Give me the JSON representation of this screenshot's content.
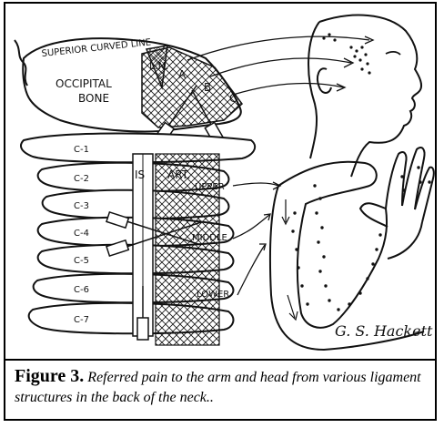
{
  "figure": {
    "labels": {
      "superior_curved_line": "SUPERIOR CURVED LINE",
      "occipital": "OCCIPITAL",
      "bone": "BONE",
      "ln": "L.N.",
      "a": "A",
      "b": "B",
      "c": "C",
      "c1": "C-1",
      "c2": "C-2",
      "c3": "C-3",
      "c4": "C-4",
      "c5": "C-5",
      "c6": "C-6",
      "c7": "C-7",
      "is": "IS",
      "art": "ART.",
      "upper": "UPPER",
      "middle": "MIDDLE",
      "lower": "LOWER"
    },
    "signature": "G. S. Hackett",
    "ink_color": "#111111"
  },
  "caption": {
    "label": "Figure 3.",
    "text": "Referred pain to the arm and head from various ligament structures in the back of the neck.."
  }
}
